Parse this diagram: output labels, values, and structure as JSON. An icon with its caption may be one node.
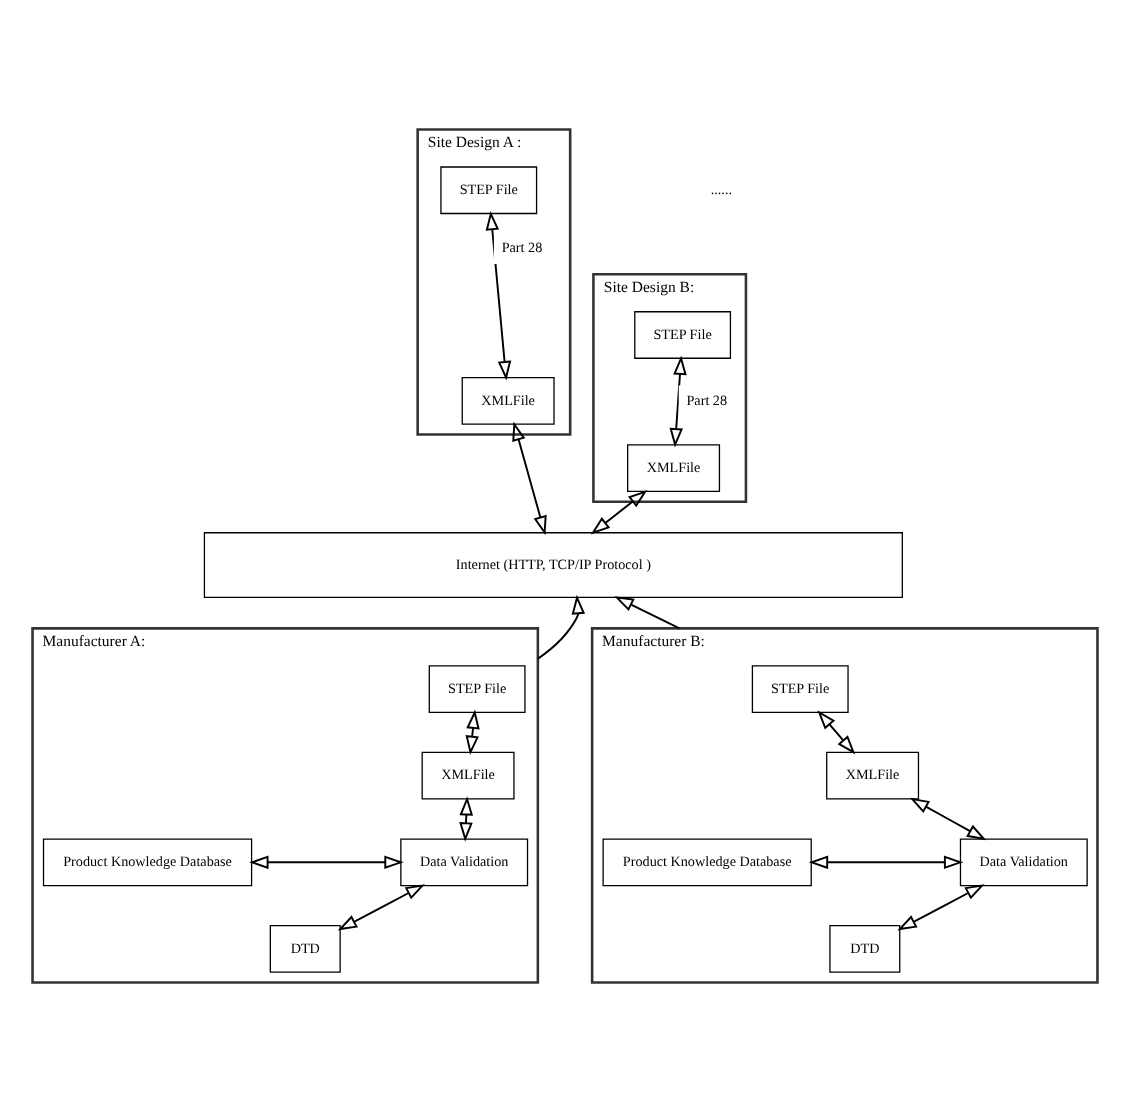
{
  "diagram": {
    "nodes": [
      {
        "text": [
          "Site Design A :"
        ]
      },
      {
        "text": [
          "STEP File"
        ],
        "in": 0
      },
      {
        "text": [
          "XMLFile"
        ],
        "in": 0
      },
      {
        "text": [
          "Site Design B:"
        ]
      },
      {
        "text": [
          "STEP File"
        ],
        "in": 3
      },
      {
        "text": [
          "XMLFile"
        ],
        "in": 3
      },
      {
        "text": [
          "Internet (HTTP, TCP/IP Protocol )"
        ]
      },
      {
        "text": [
          "Manufacturer A:"
        ]
      },
      {
        "text": [
          "STEP File"
        ],
        "in": 7
      },
      {
        "text": [
          "XMLFile"
        ],
        "in": 7
      },
      {
        "text": [
          "Product Knowledge Database"
        ],
        "in": 7
      },
      {
        "text": [
          "Data Validation"
        ],
        "in": 7
      },
      {
        "text": [
          "DTD"
        ],
        "in": 7
      },
      {
        "text": [
          "Manufacturer B:"
        ]
      },
      {
        "text": [
          "STEP File"
        ],
        "in": 13
      },
      {
        "text": [
          "XMLFile"
        ],
        "in": 13
      },
      {
        "text": [
          "Product Knowledge Database"
        ],
        "in": 13
      },
      {
        "text": [
          "Data Validation"
        ],
        "in": 13
      },
      {
        "text": [
          "DTD"
        ],
        "in": 13
      }
    ],
    "edges": [
      {
        "from": 1,
        "to": 2,
        "arrow": "both",
        "label": "Part 28"
      },
      {
        "from": 2,
        "to": 6,
        "arrow": "both"
      },
      {
        "from": 4,
        "to": 5,
        "arrow": "both",
        "label": "Part 28"
      },
      {
        "from": 5,
        "to": 6,
        "arrow": "both"
      },
      {
        "from": 7,
        "to": 6,
        "arrow": "to"
      },
      {
        "from": 13,
        "to": 6,
        "arrow": "to"
      },
      {
        "from": 8,
        "to": 9,
        "arrow": "both"
      },
      {
        "from": 9,
        "to": 11,
        "arrow": "both"
      },
      {
        "from": 10,
        "to": 11,
        "arrow": "both"
      },
      {
        "from": 12,
        "to": 11,
        "arrow": "both"
      },
      {
        "from": 14,
        "to": 15,
        "arrow": "both"
      },
      {
        "from": 15,
        "to": 17,
        "arrow": "both"
      },
      {
        "from": 16,
        "to": 17,
        "arrow": "both"
      },
      {
        "from": 18,
        "to": 17,
        "arrow": "both"
      }
    ],
    "labels": [
      "......"
    ]
  }
}
